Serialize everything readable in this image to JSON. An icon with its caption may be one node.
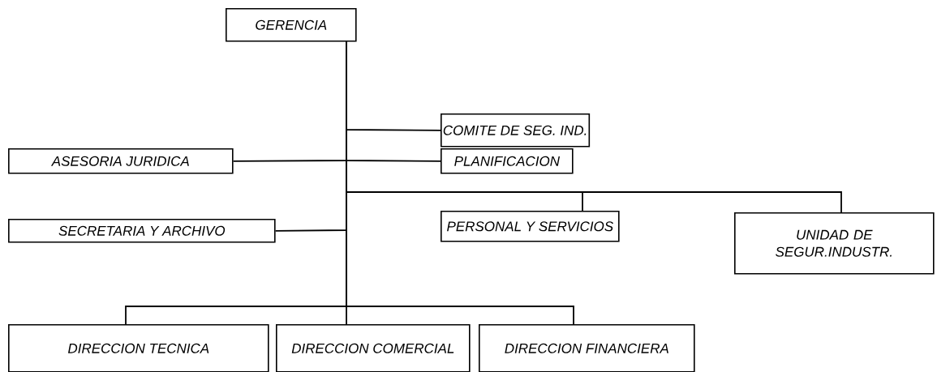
{
  "diagram": {
    "nodes": [
      {
        "text": [
          "GERENCIA"
        ]
      },
      {
        "text": [
          "COMITE DE SEG. IND."
        ]
      },
      {
        "text": [
          "ASESORIA JURIDICA"
        ]
      },
      {
        "text": [
          "PLANIFICACION"
        ]
      },
      {
        "text": [
          "SECRETARIA Y ARCHIVO"
        ]
      },
      {
        "text": [
          "PERSONAL Y SERVICIOS"
        ]
      },
      {
        "text": [
          "UNIDAD DE SEGUR.INDUSTR."
        ]
      },
      {
        "text": [
          "DIRECCION TECNICA"
        ]
      },
      {
        "text": [
          "DIRECCION COMERCIAL"
        ]
      },
      {
        "text": [
          "DIRECCION FINANCIERA"
        ]
      }
    ],
    "edges": [
      {
        "from": 0,
        "to": 1,
        "arrow": "none"
      },
      {
        "from": 0,
        "to": 2,
        "arrow": "none"
      },
      {
        "from": 0,
        "to": 3,
        "arrow": "none"
      },
      {
        "from": 0,
        "to": 4,
        "arrow": "none"
      },
      {
        "from": 0,
        "to": 5,
        "arrow": "none"
      },
      {
        "from": 0,
        "to": 6,
        "arrow": "none"
      },
      {
        "from": 0,
        "to": 7,
        "arrow": "none"
      },
      {
        "from": 0,
        "to": 8,
        "arrow": "none"
      },
      {
        "from": 0,
        "to": 9,
        "arrow": "none"
      }
    ]
  }
}
